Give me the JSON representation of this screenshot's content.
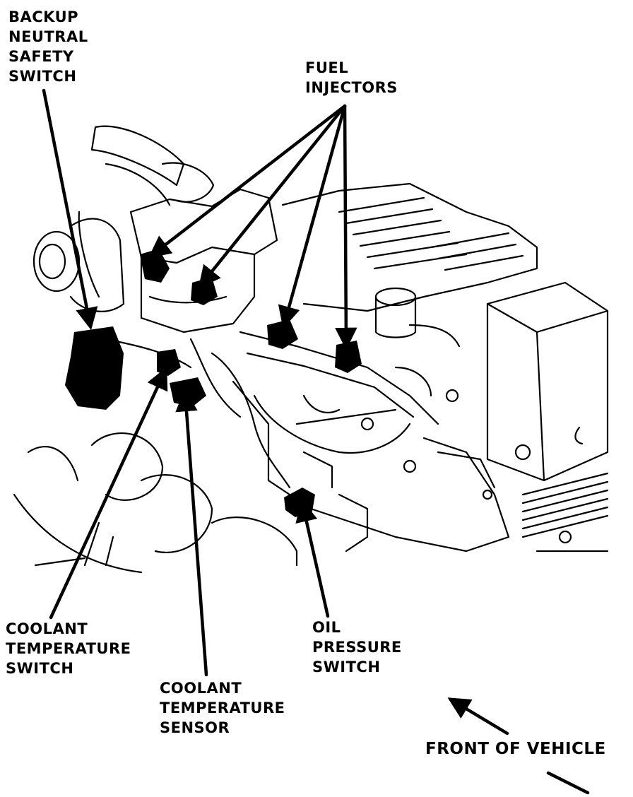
{
  "labels": {
    "backup_neutral_safety_switch": [
      "BACKUP",
      "NEUTRAL",
      "SAFETY",
      "SWITCH"
    ],
    "fuel_injectors": [
      "FUEL",
      "INJECTORS"
    ],
    "coolant_temperature_switch": [
      "COOLANT",
      "TEMPERATURE",
      "SWITCH"
    ],
    "coolant_temperature_sensor": [
      "COOLANT",
      "TEMPERATURE",
      "SENSOR"
    ],
    "oil_pressure_switch": [
      "OIL",
      "PRESSURE",
      "SWITCH"
    ],
    "front_of_vehicle": "FRONT OF VEHICLE"
  },
  "colors": {
    "ink": "#000000",
    "paper": "#ffffff"
  }
}
